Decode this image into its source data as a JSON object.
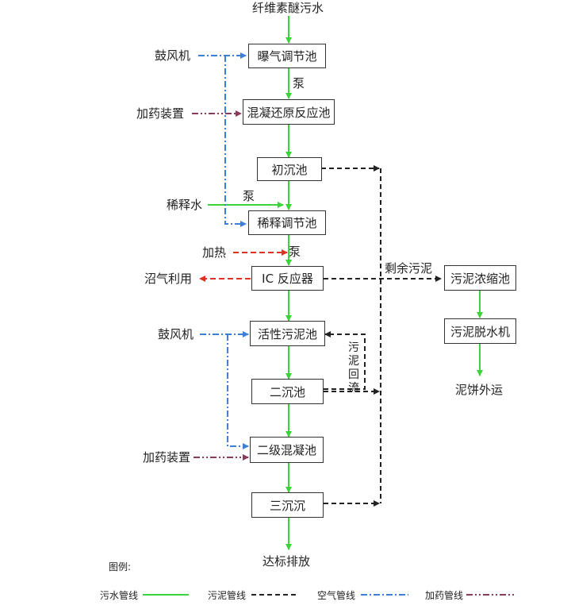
{
  "nodes": {
    "source": "纤维素醚污水",
    "aeration": "曝气调节池",
    "coag": "混凝还原反应池",
    "primary": "初沉池",
    "dilution_tank": "稀释调节池",
    "ic": "IC 反应器",
    "activated": "活性污泥池",
    "secondary": "二沉池",
    "coag2": "二级混凝池",
    "tertiary": "三沉沉",
    "discharge": "达标排放",
    "thickener": "污泥浓缩池",
    "dewater": "污泥脱水机",
    "cake": "泥饼外运"
  },
  "inputs": {
    "blower1": "鼓风机",
    "dosing1": "加药装置",
    "dilution_water": "稀释水",
    "heating": "加热",
    "biogas": "沼气利用",
    "blower2": "鼓风机",
    "dosing2": "加药装置"
  },
  "annotations": {
    "pump1": "泵",
    "pump2": "泵",
    "pump3": "泵",
    "excess_sludge": "剩余污泥",
    "sludge_return": "污泥回流"
  },
  "legend": {
    "title": "图例:",
    "items": [
      {
        "label": "污水管线",
        "style": "sewage"
      },
      {
        "label": "污泥管线",
        "style": "sludge"
      },
      {
        "label": "空气管线",
        "style": "air"
      },
      {
        "label": "加药管线",
        "style": "dosing"
      }
    ]
  },
  "colors": {
    "sewage": "#3ad43a",
    "sludge": "#222222",
    "air": "#3b7fd9",
    "dosing": "#8a3a5a",
    "heat": "#e03020"
  }
}
